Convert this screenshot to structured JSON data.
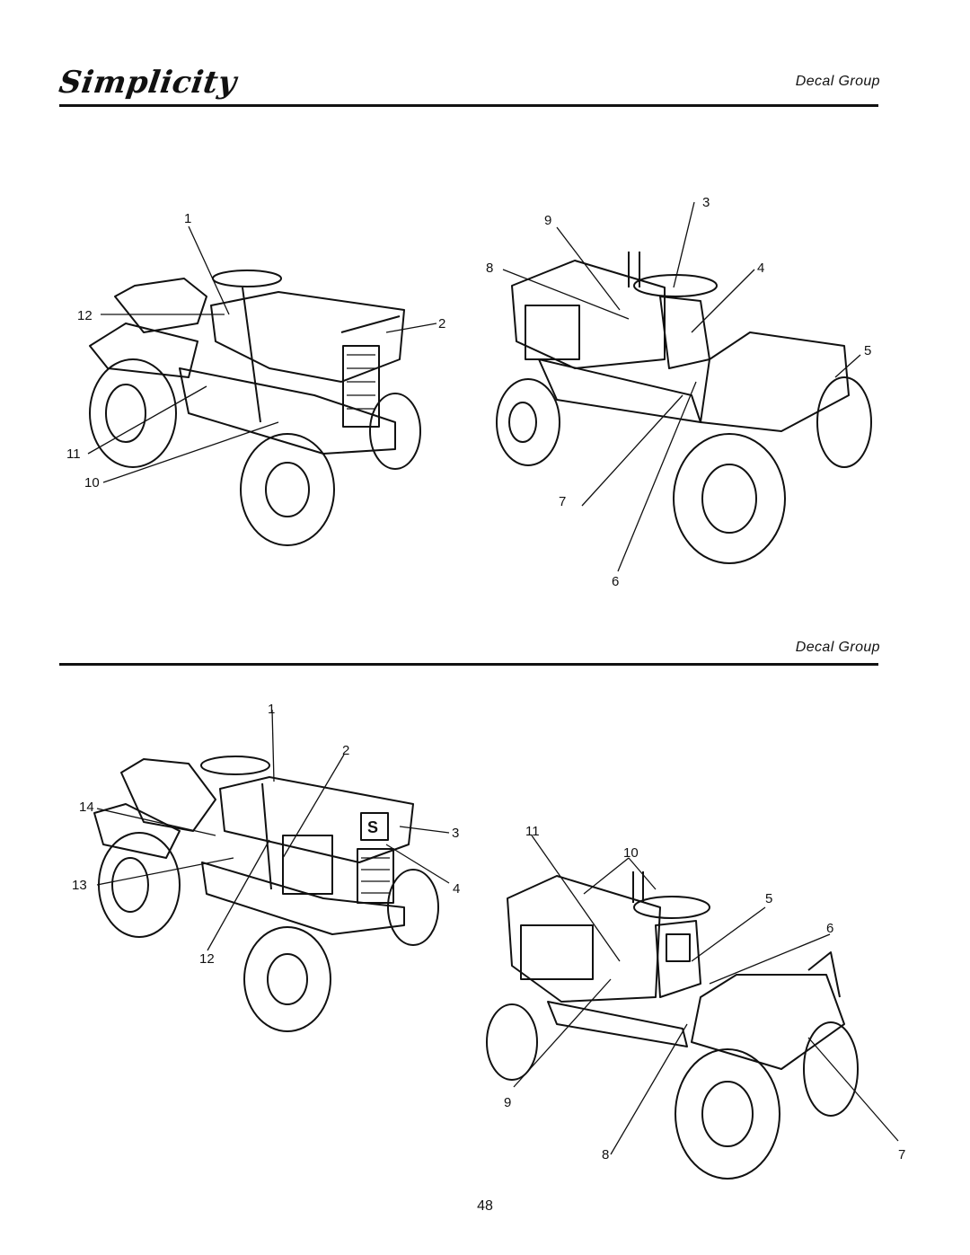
{
  "header": {
    "brand": "Simplicity",
    "title_top": "Decal Group",
    "title_bottom": "Decal Group"
  },
  "figures": [
    {
      "id": "figure-1",
      "callouts": [
        "1",
        "2",
        "10",
        "11",
        "12"
      ]
    },
    {
      "id": "figure-2",
      "callouts": [
        "3",
        "4",
        "5",
        "6",
        "7",
        "8",
        "9"
      ]
    },
    {
      "id": "figure-3",
      "callouts": [
        "1",
        "2",
        "3",
        "4",
        "12",
        "13",
        "14"
      ]
    },
    {
      "id": "figure-4",
      "callouts": [
        "5",
        "6",
        "7",
        "8",
        "9",
        "10",
        "11"
      ]
    }
  ],
  "footer": {
    "page_number": "48"
  }
}
